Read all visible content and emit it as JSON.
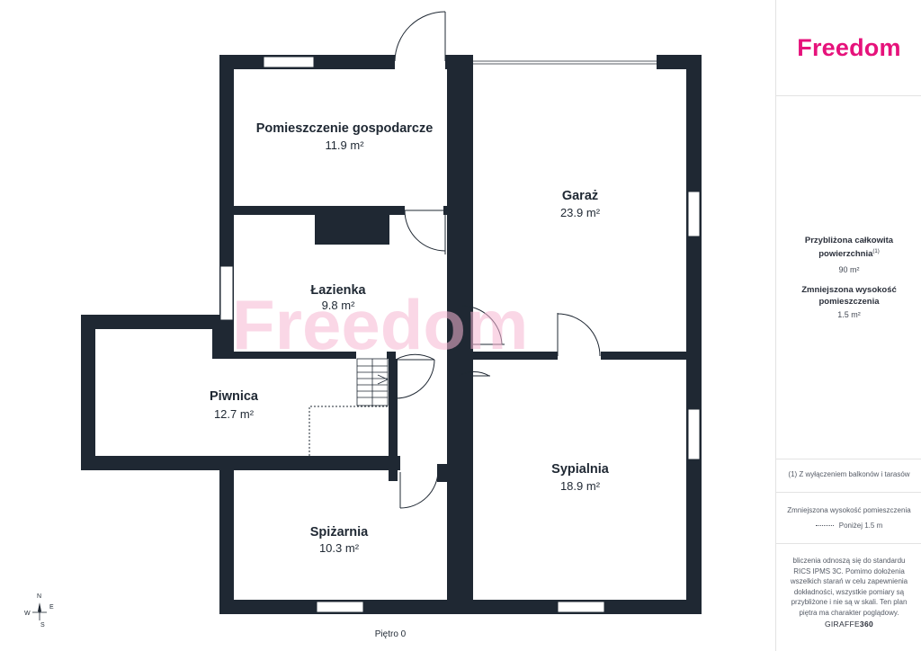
{
  "plan": {
    "watermark": "Freedom",
    "floor_label": "Piętro 0",
    "compass": {
      "n": "N",
      "e": "E",
      "s": "S",
      "w": "W"
    },
    "rooms": [
      {
        "id": "pomieszczenie",
        "name": "Pomieszczenie gospodarcze",
        "area": "11.9 m²"
      },
      {
        "id": "garaz",
        "name": "Garaż",
        "area": "23.9 m²"
      },
      {
        "id": "lazienka",
        "name": "Łazienka",
        "area": "9.8 m²"
      },
      {
        "id": "piwnica",
        "name": "Piwnica",
        "area": "12.7 m²"
      },
      {
        "id": "sypialnia",
        "name": "Sypialnia",
        "area": "18.9 m²"
      },
      {
        "id": "spizarnia",
        "name": "Spiżarnia",
        "area": "10.3 m²"
      }
    ]
  },
  "panel": {
    "logo": "Freedom",
    "total_heading": "Przybliżona całkowita powierzchnia",
    "total_sup": "(1)",
    "total_value": "90 m²",
    "reduced_heading": "Zmniejszona wysokość pomieszczenia",
    "reduced_value": "1.5 m²",
    "footnote": "(1) Z wyłączeniem balkonów i tarasów",
    "legend_title": "Zmniejszona wysokość pomieszczenia",
    "legend_item": "Poniżej 1.5 m",
    "disclaimer": "bliczenia odnoszą się do standardu RICS IPMS 3C. Pomimo dołożenia wszelkich starań w celu zapewnienia dokładności, wszystkie pomiary są przybliżone i nie są w skali. Ten plan piętra ma charakter poglądowy.",
    "brand_prefix": "GIRAFFE",
    "brand_suffix": "360"
  },
  "colors": {
    "wall": "#1f2833",
    "accent": "#e6127b",
    "watermark": "#f6b7d3"
  }
}
